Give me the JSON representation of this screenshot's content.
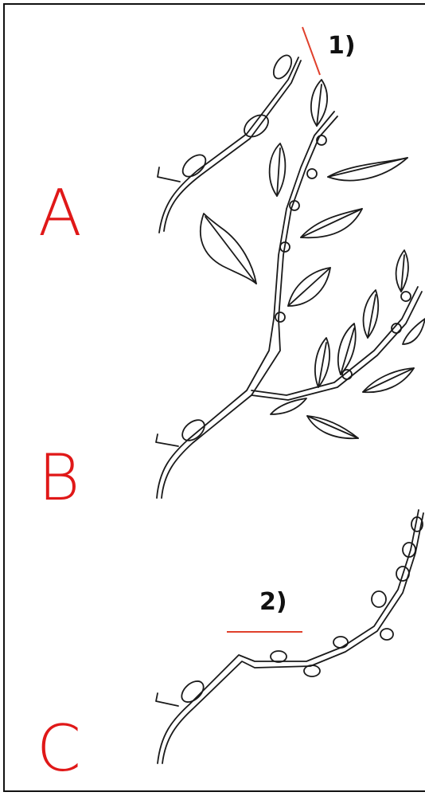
{
  "panels": [
    {
      "label": "A"
    },
    {
      "label": "B"
    },
    {
      "label": "C"
    }
  ],
  "annotations": [
    {
      "text": "1)"
    },
    {
      "text": "2)"
    }
  ],
  "colors": {
    "label": "#e01818",
    "cut_mark": "#e0402c",
    "drawing": "#1a1a1a",
    "frame": "#111111"
  }
}
